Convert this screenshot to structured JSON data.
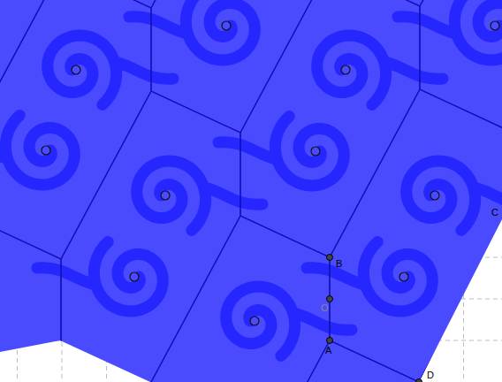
{
  "diagram": {
    "labels": [
      "B",
      "O",
      "A",
      "C",
      "D"
    ]
  }
}
